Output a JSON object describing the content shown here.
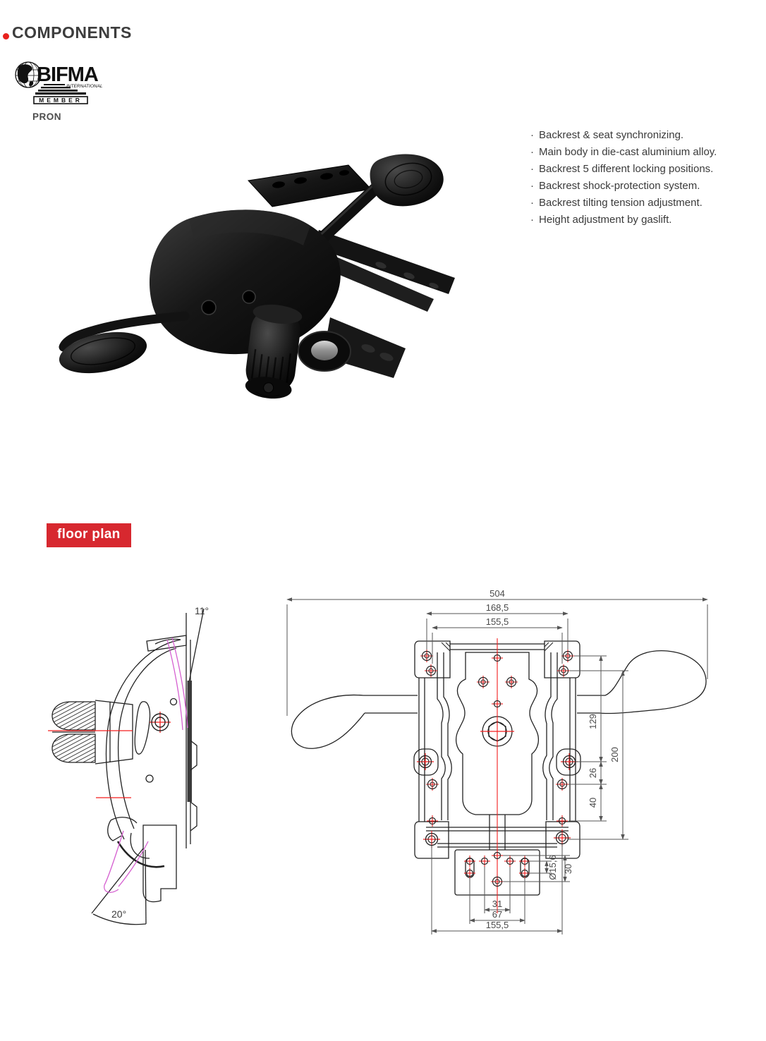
{
  "header": {
    "title": "COMPONENTS"
  },
  "logo": {
    "brand": "BIFMA",
    "subtitle": "INTERNATIONAL",
    "member": "MEMBER"
  },
  "product": {
    "name": "PRON"
  },
  "features": {
    "bullet": "·",
    "items": [
      "Backrest & seat synchronizing.",
      "Main body in die-cast aluminium alloy.",
      "Backrest 5 different locking positions.",
      "Backrest shock-protection system.",
      "Backrest tilting tension adjustment.",
      "Height adjustment by gaslift."
    ]
  },
  "section": {
    "label": "floor plan"
  },
  "drawings": {
    "side_view": {
      "back_angle": "11°",
      "seat_angle": "20°"
    },
    "top_view": {
      "dim_overall_width": "504",
      "dim_upper_outer": "168,5",
      "dim_upper_inner": "155,5",
      "dim_right_129": "129",
      "dim_right_200": "200",
      "dim_right_26": "26",
      "dim_right_40": "40",
      "dim_slot_dia": "Ø15,6",
      "dim_right_30": "30",
      "dim_lower_31": "31",
      "dim_lower_67": "67",
      "dim_lower_155": "155,5"
    }
  },
  "colors": {
    "accent_red": "#d7282f",
    "bullet_red": "#e8211d",
    "drawing_red": "#f31e1e",
    "drawing_magenta": "#d55fd0",
    "drawing_line": "#222222",
    "text": "#3a3a3a"
  }
}
